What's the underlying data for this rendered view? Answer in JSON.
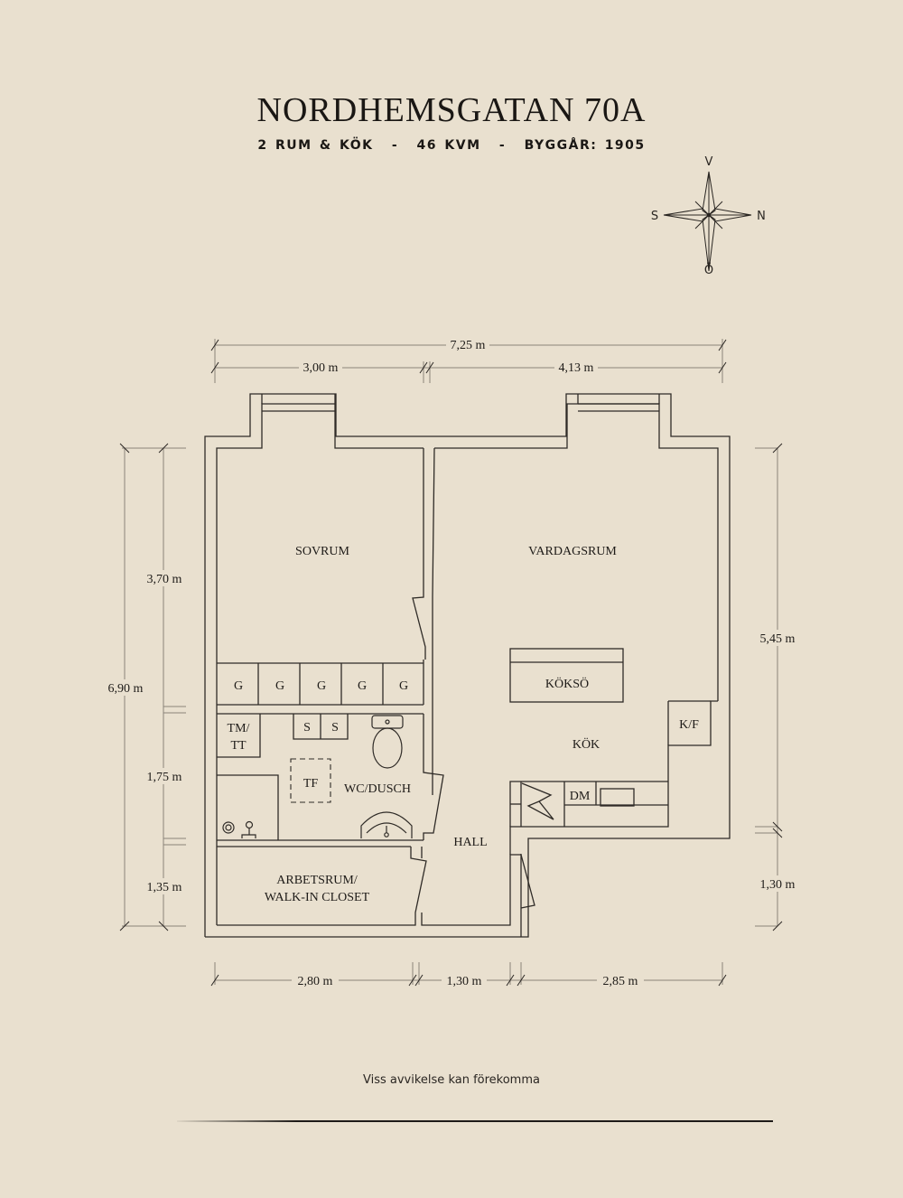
{
  "header": {
    "title": "NORDHEMSGATAN 70A",
    "subtitle": {
      "rooms": "2 RUM & KÖK",
      "sep1": "-",
      "area": "46 KVM",
      "sep2": "-",
      "built": "BYGGÅR: 1905"
    }
  },
  "compass": {
    "top": "V",
    "left": "S",
    "right": "N",
    "bottom": "Ö"
  },
  "dimensions": {
    "top_total": "7,25 m",
    "top_left": "3,00 m",
    "top_right": "4,13 m",
    "left_total": "6,90 m",
    "left_upper": "3,70 m",
    "left_middle": "1,75 m",
    "left_lower": "1,35 m",
    "right_upper": "5,45 m",
    "right_lower": "1,30 m",
    "bottom_left": "2,80 m",
    "bottom_middle": "1,30 m",
    "bottom_right": "2,85 m"
  },
  "rooms": {
    "sovrum": "SOVRUM",
    "vardagsrum": "VARDAGSRUM",
    "koksö": "KÖKSÖ",
    "kok": "KÖK",
    "kf": "K/F",
    "dm": "DM",
    "hall": "HALL",
    "wc": "WC/DUSCH",
    "tf": "TF",
    "tmtt_line1": "TM/",
    "tmtt_line2": "TT",
    "arbetsrum_line1": "ARBETSRUM/",
    "arbetsrum_line2": "WALK-IN CLOSET",
    "wardrobes": [
      "G",
      "G",
      "G",
      "G",
      "G"
    ],
    "shelves": [
      "S",
      "S"
    ]
  },
  "footer": {
    "disclaimer": "Viss avvikelse kan förekomma"
  }
}
